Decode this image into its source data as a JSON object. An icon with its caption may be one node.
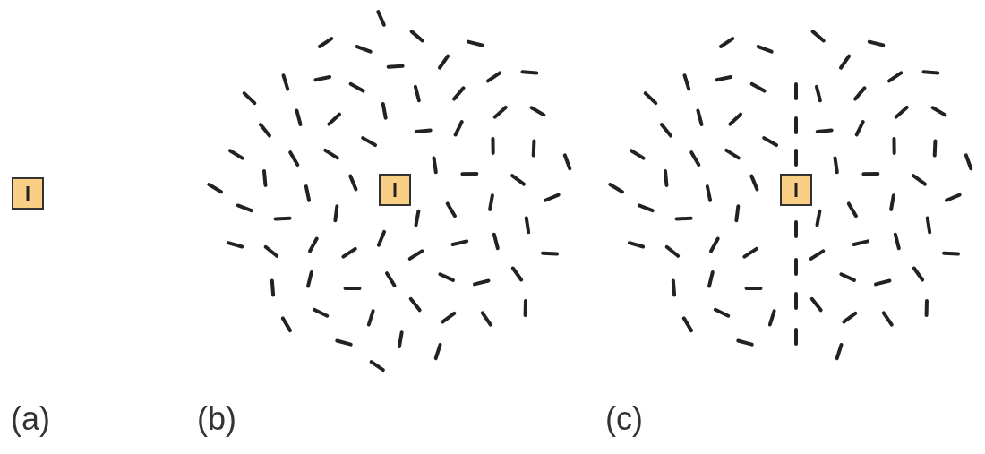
{
  "diagram": {
    "labels": [
      "(a)",
      "(b)",
      "(c)"
    ]
  }
}
